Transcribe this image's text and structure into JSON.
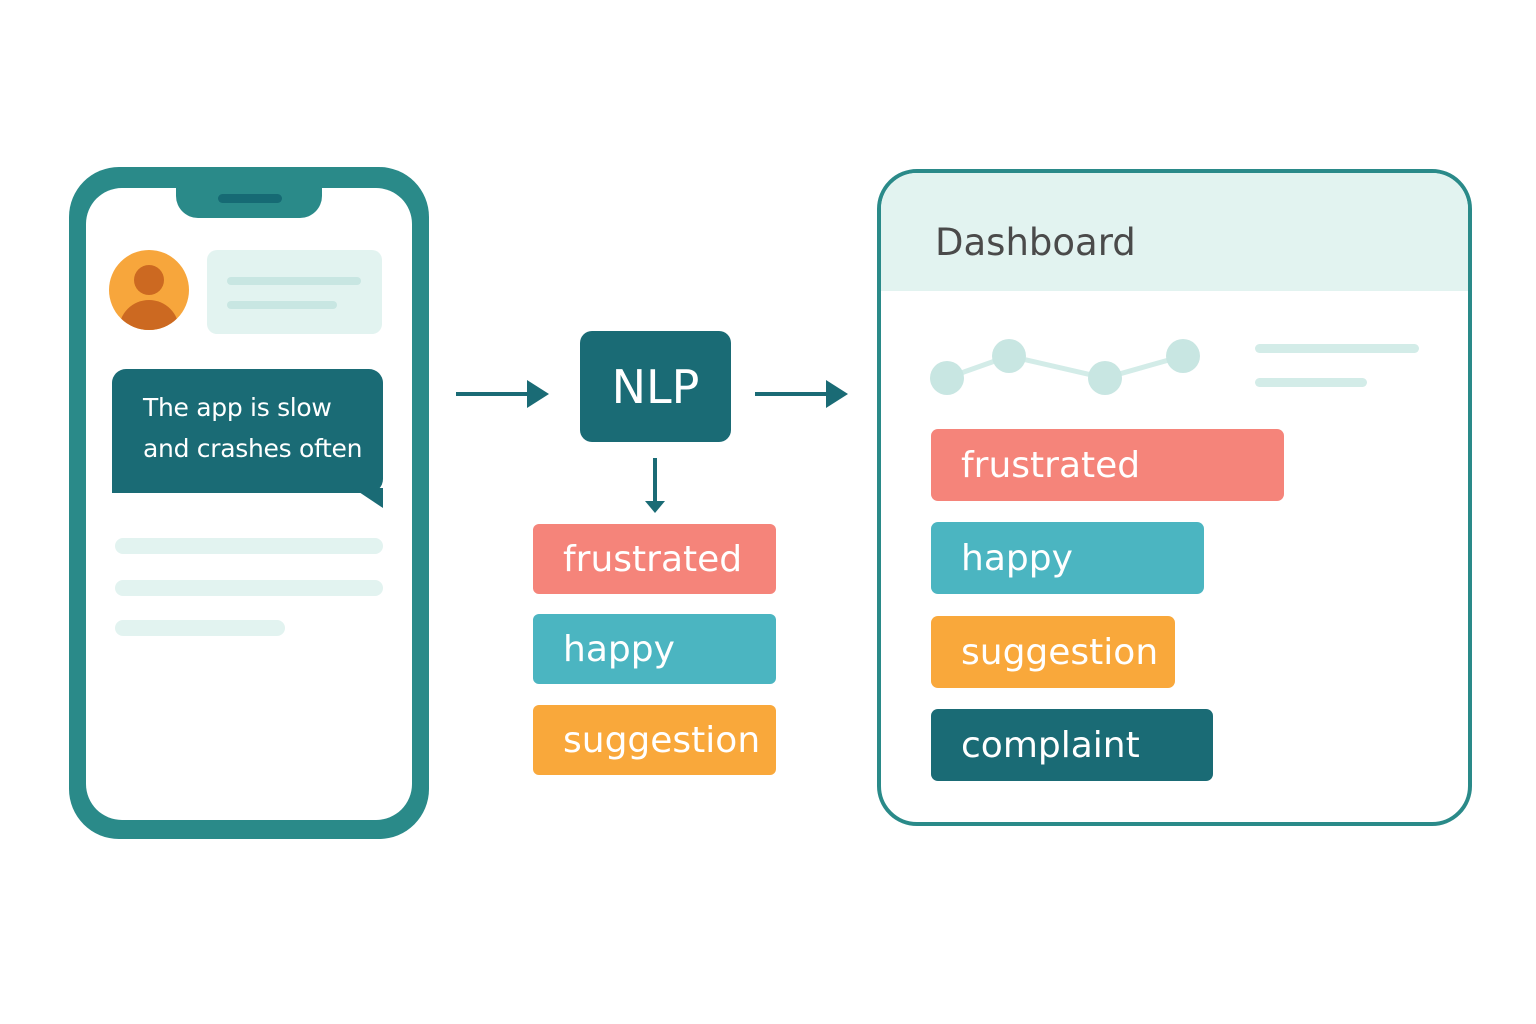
{
  "phone": {
    "message": "The app is slow and crashes often"
  },
  "nlp": {
    "label": "NLP"
  },
  "mid_tags": [
    {
      "label": "frustrated",
      "color": "#f5847a"
    },
    {
      "label": "happy",
      "color": "#4bb5c1"
    },
    {
      "label": "suggestion",
      "color": "#f9a83b"
    }
  ],
  "dashboard": {
    "title": "Dashboard",
    "tags": [
      {
        "label": "frustrated",
        "color": "#f5847a"
      },
      {
        "label": "happy",
        "color": "#4bb5c1"
      },
      {
        "label": "suggestion",
        "color": "#f9a83b"
      },
      {
        "label": "complaint",
        "color": "#1a6b75"
      }
    ]
  },
  "colors": {
    "primary_dark": "#1a6b75",
    "primary": "#2a8a89",
    "light_mint": "#e2f3f0"
  }
}
